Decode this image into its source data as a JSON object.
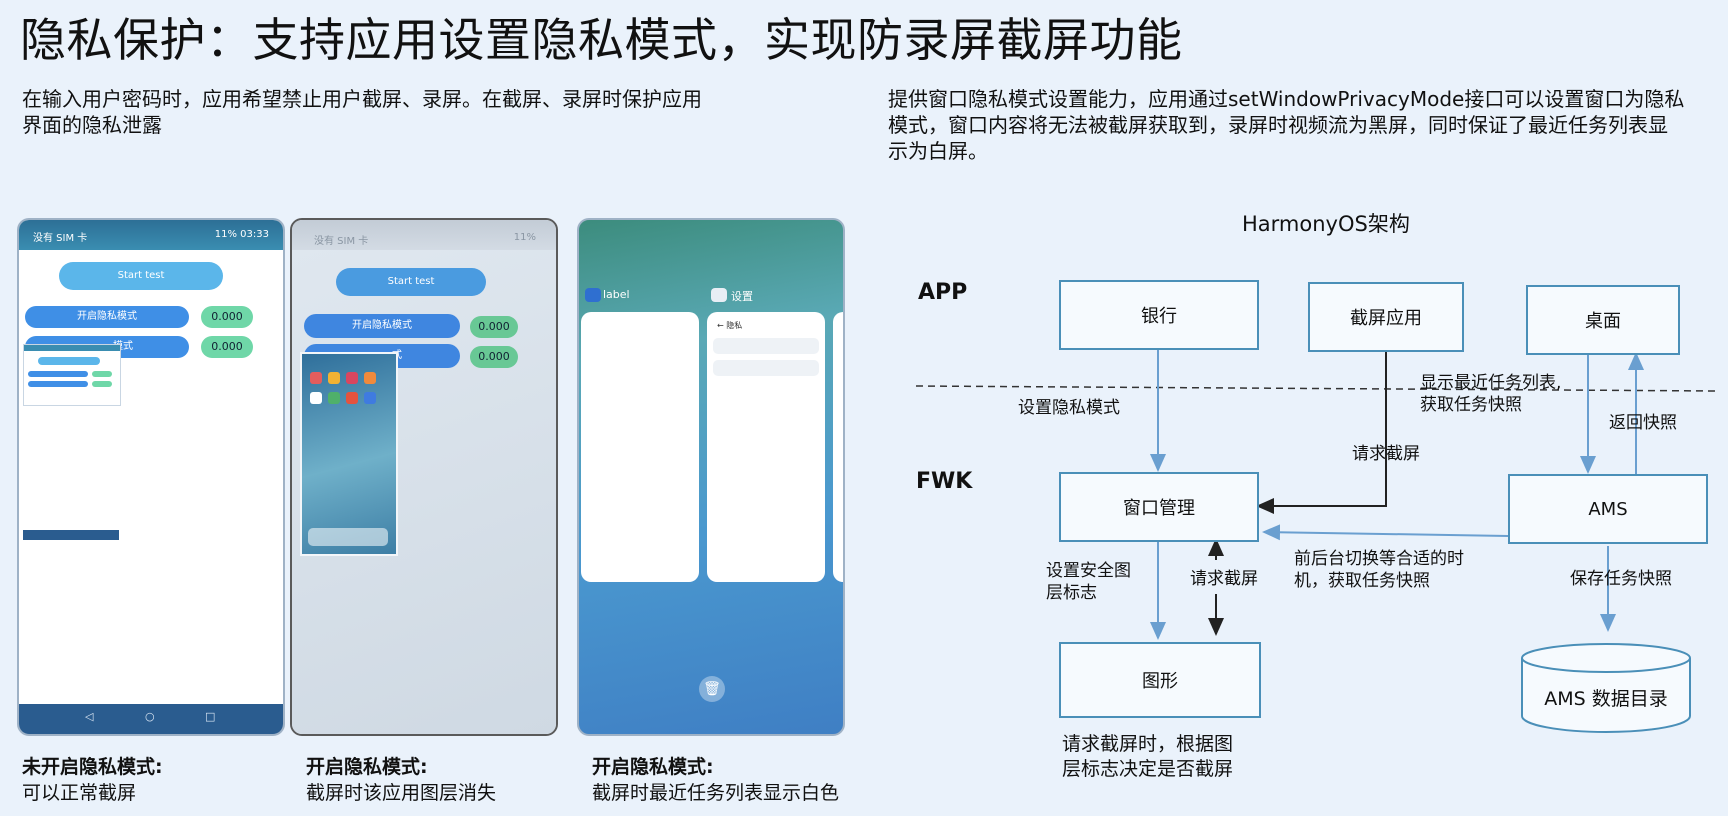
{
  "title": "隐私保护：支持应用设置隐私模式，实现防录屏截屏功能",
  "left_desc": [
    "在输入用户密码时，应用希望禁止用户截屏、录屏。在截屏、录屏时保护应用",
    "界面的隐私泄露"
  ],
  "right_desc": [
    "提供窗口隐私模式设置能力，应用通过setWindowPrivacyMode接口可以设置窗口为隐私",
    "模式，窗口内容将无法被截屏获取到，录屏时视频流为黑屏，同时保证了最近任务列表显",
    "示为白屏。"
  ],
  "phone1": {
    "status_left": "没有 SIM 卡",
    "status_right": "11%  03:33",
    "start_button": "Start test",
    "privacy_button": "开启隐私模式",
    "second_button": "模式",
    "value1": "0.000",
    "value2": "0.000"
  },
  "phone2": {
    "status_left": "没有 SIM 卡",
    "status_right": "11%",
    "start_button": "Start test",
    "privacy_button": "开启隐私模式",
    "second_button": "式",
    "value1": "0.000",
    "value2": "0.000"
  },
  "phone3": {
    "card1_label": "label",
    "card2_label": "设置",
    "card2_header": "← 隐私"
  },
  "captions": [
    {
      "bold": "未开启隐私模式:",
      "text": "可以正常截屏"
    },
    {
      "bold": "开启隐私模式:",
      "text": "截屏时该应用图层消失"
    },
    {
      "bold": "开启隐私模式:",
      "text": "截屏时最近任务列表显示白色"
    }
  ],
  "diagram": {
    "title": "HarmonyOS架构",
    "layer_app": "APP",
    "layer_fwk": "FWK",
    "box_bank": "银行",
    "box_screenshot_app": "截屏应用",
    "box_desktop": "桌面",
    "box_window_mgr": "窗口管理",
    "box_ams": "AMS",
    "box_graphics": "图形",
    "box_ams_data": "AMS 数据目录",
    "label_set_privacy": "设置隐私模式",
    "label_request_capture_1": "请求截屏",
    "label_show_recent": [
      "显示最近任务列表,",
      "获取任务快照"
    ],
    "label_return_snapshot": "返回快照",
    "label_set_secure_layer": [
      "设置安全图",
      "层标志"
    ],
    "label_request_capture_2": "请求截屏",
    "label_switch": [
      "前后台切换等合适的时",
      "机，获取任务快照"
    ],
    "label_save_snapshot": "保存任务快照",
    "label_decide": [
      "请求截屏时，根据图",
      "层标志决定是否截屏"
    ]
  }
}
